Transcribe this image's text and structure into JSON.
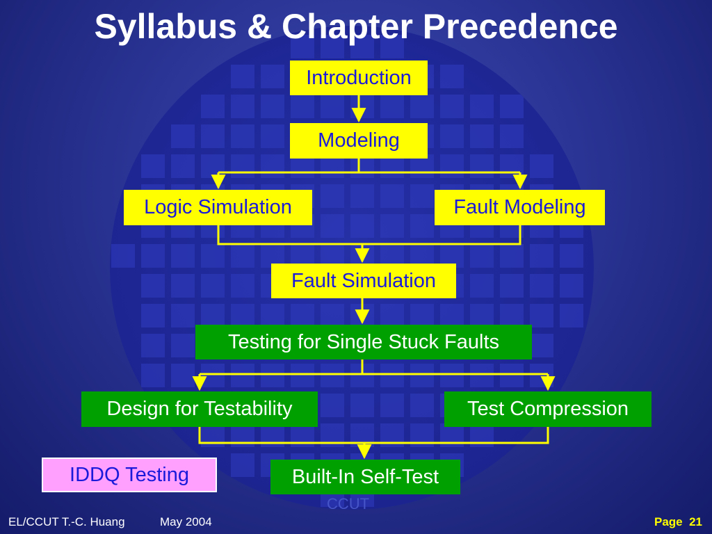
{
  "slide": {
    "title": "Syllabus & Chapter Precedence",
    "watermark": "CCUT",
    "colors": {
      "background": "#2a3494",
      "yellow_box": "#ffff00",
      "green_box": "#00a000",
      "pink_box": "#ffa0ff",
      "connector": "#ffff00",
      "blue_text": "#1a1adb"
    }
  },
  "diagram": {
    "nodes": [
      {
        "id": "introduction",
        "label": "Introduction",
        "style": "yellow"
      },
      {
        "id": "modeling",
        "label": "Modeling",
        "style": "yellow"
      },
      {
        "id": "logic-simulation",
        "label": "Logic Simulation",
        "style": "yellow"
      },
      {
        "id": "fault-modeling",
        "label": "Fault Modeling",
        "style": "yellow"
      },
      {
        "id": "fault-simulation",
        "label": "Fault Simulation",
        "style": "yellow"
      },
      {
        "id": "testing-single-stuck-faults",
        "label": "Testing for Single Stuck Faults",
        "style": "green"
      },
      {
        "id": "design-for-testability",
        "label": "Design for Testability",
        "style": "green"
      },
      {
        "id": "test-compression",
        "label": "Test Compression",
        "style": "green"
      },
      {
        "id": "iddq-testing",
        "label": "IDDQ Testing",
        "style": "pink"
      },
      {
        "id": "built-in-self-test",
        "label": "Built-In Self-Test",
        "style": "green"
      }
    ],
    "edges": [
      {
        "from": "introduction",
        "to": "modeling"
      },
      {
        "from": "modeling",
        "to": "logic-simulation"
      },
      {
        "from": "modeling",
        "to": "fault-modeling"
      },
      {
        "from": "logic-simulation",
        "to": "fault-simulation"
      },
      {
        "from": "fault-modeling",
        "to": "fault-simulation"
      },
      {
        "from": "fault-simulation",
        "to": "testing-single-stuck-faults"
      },
      {
        "from": "testing-single-stuck-faults",
        "to": "design-for-testability"
      },
      {
        "from": "testing-single-stuck-faults",
        "to": "test-compression"
      },
      {
        "from": "design-for-testability",
        "to": "built-in-self-test"
      },
      {
        "from": "test-compression",
        "to": "built-in-self-test"
      }
    ]
  },
  "footer": {
    "author": "EL/CCUT T.-C. Huang",
    "date": "May 2004",
    "page_label": "Page",
    "page_number": "21"
  }
}
